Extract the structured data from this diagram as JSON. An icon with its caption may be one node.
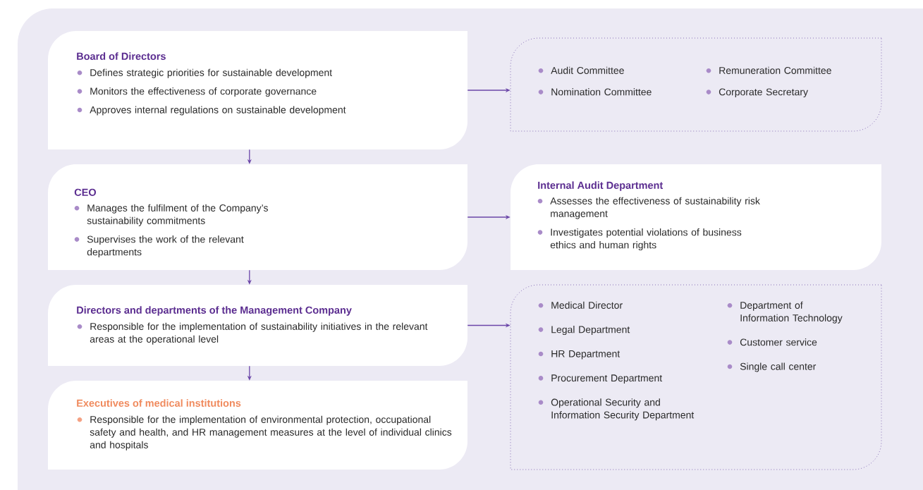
{
  "diagram": {
    "nodes": [
      {
        "text": [
          "Board of Directors",
          "Defines strategic priorities for sustainable development",
          "Monitors the effectiveness of corporate governance",
          "Approves internal regulations on sustainable development"
        ]
      },
      {
        "text": [
          "Audit Committee",
          "Nomination Committee",
          "Remuneration Committee",
          "Corporate Secretary"
        ]
      },
      {
        "text": [
          "CEO",
          "Manages the fulfilment of the Company’s sustainability commitments",
          "Supervises the work of the relevant departments"
        ]
      },
      {
        "text": [
          "Internal Audit Department",
          "Assesses the effectiveness of sustainability risk management",
          "Investigates potential violations of business ethics and human rights"
        ]
      },
      {
        "text": [
          "Directors and departments of the Management Company",
          "Responsible for the implementation of sustainability initiatives in the relevant areas at the operational level"
        ]
      },
      {
        "text": [
          "Medical Director",
          "Legal Department",
          "HR Department",
          "Procurement Department",
          "Operational Security and Information Security Department",
          "Department of Information Technology",
          "Customer service",
          "Single call center"
        ]
      },
      {
        "text": [
          "Executives of medical institutions",
          "Responsible for the implementation of environmental protection, occupational safety and health, and HR management measures at the level of individual clinics and hospitals"
        ]
      }
    ],
    "edges": [
      {
        "from": 0,
        "to": 1,
        "arrow": "to"
      },
      {
        "from": 0,
        "to": 2,
        "arrow": "to"
      },
      {
        "from": 2,
        "to": 3,
        "arrow": "to"
      },
      {
        "from": 2,
        "to": 4,
        "arrow": "to"
      },
      {
        "from": 4,
        "to": 5,
        "arrow": "to"
      },
      {
        "from": 4,
        "to": 6,
        "arrow": "to"
      }
    ]
  }
}
